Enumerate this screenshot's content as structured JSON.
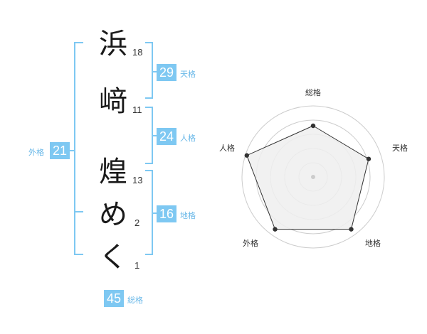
{
  "name": {
    "characters": [
      {
        "char": "浜",
        "strokes": "18"
      },
      {
        "char": "﨑",
        "strokes": "11"
      },
      {
        "char": "煌",
        "strokes": "13"
      },
      {
        "char": "め",
        "strokes": "2"
      },
      {
        "char": "く",
        "strokes": "1"
      }
    ]
  },
  "fortune": {
    "tenkaku": {
      "value": "29",
      "label": "天格"
    },
    "jinkaku": {
      "value": "24",
      "label": "人格"
    },
    "chikaku": {
      "value": "16",
      "label": "地格"
    },
    "gaikaku": {
      "value": "21",
      "label": "外格"
    },
    "soukaku": {
      "value": "45",
      "label": "総格"
    }
  },
  "radar": {
    "axes": [
      "総格",
      "天格",
      "地格",
      "外格",
      "人格"
    ],
    "values": [
      0.72,
      0.82,
      0.91,
      0.91,
      0.98
    ],
    "fill_color": "#efefef",
    "line_color": "#333333",
    "ring_color": "#cccccc"
  },
  "colors": {
    "accent": "#7ec8f2",
    "label": "#69b8e8"
  }
}
